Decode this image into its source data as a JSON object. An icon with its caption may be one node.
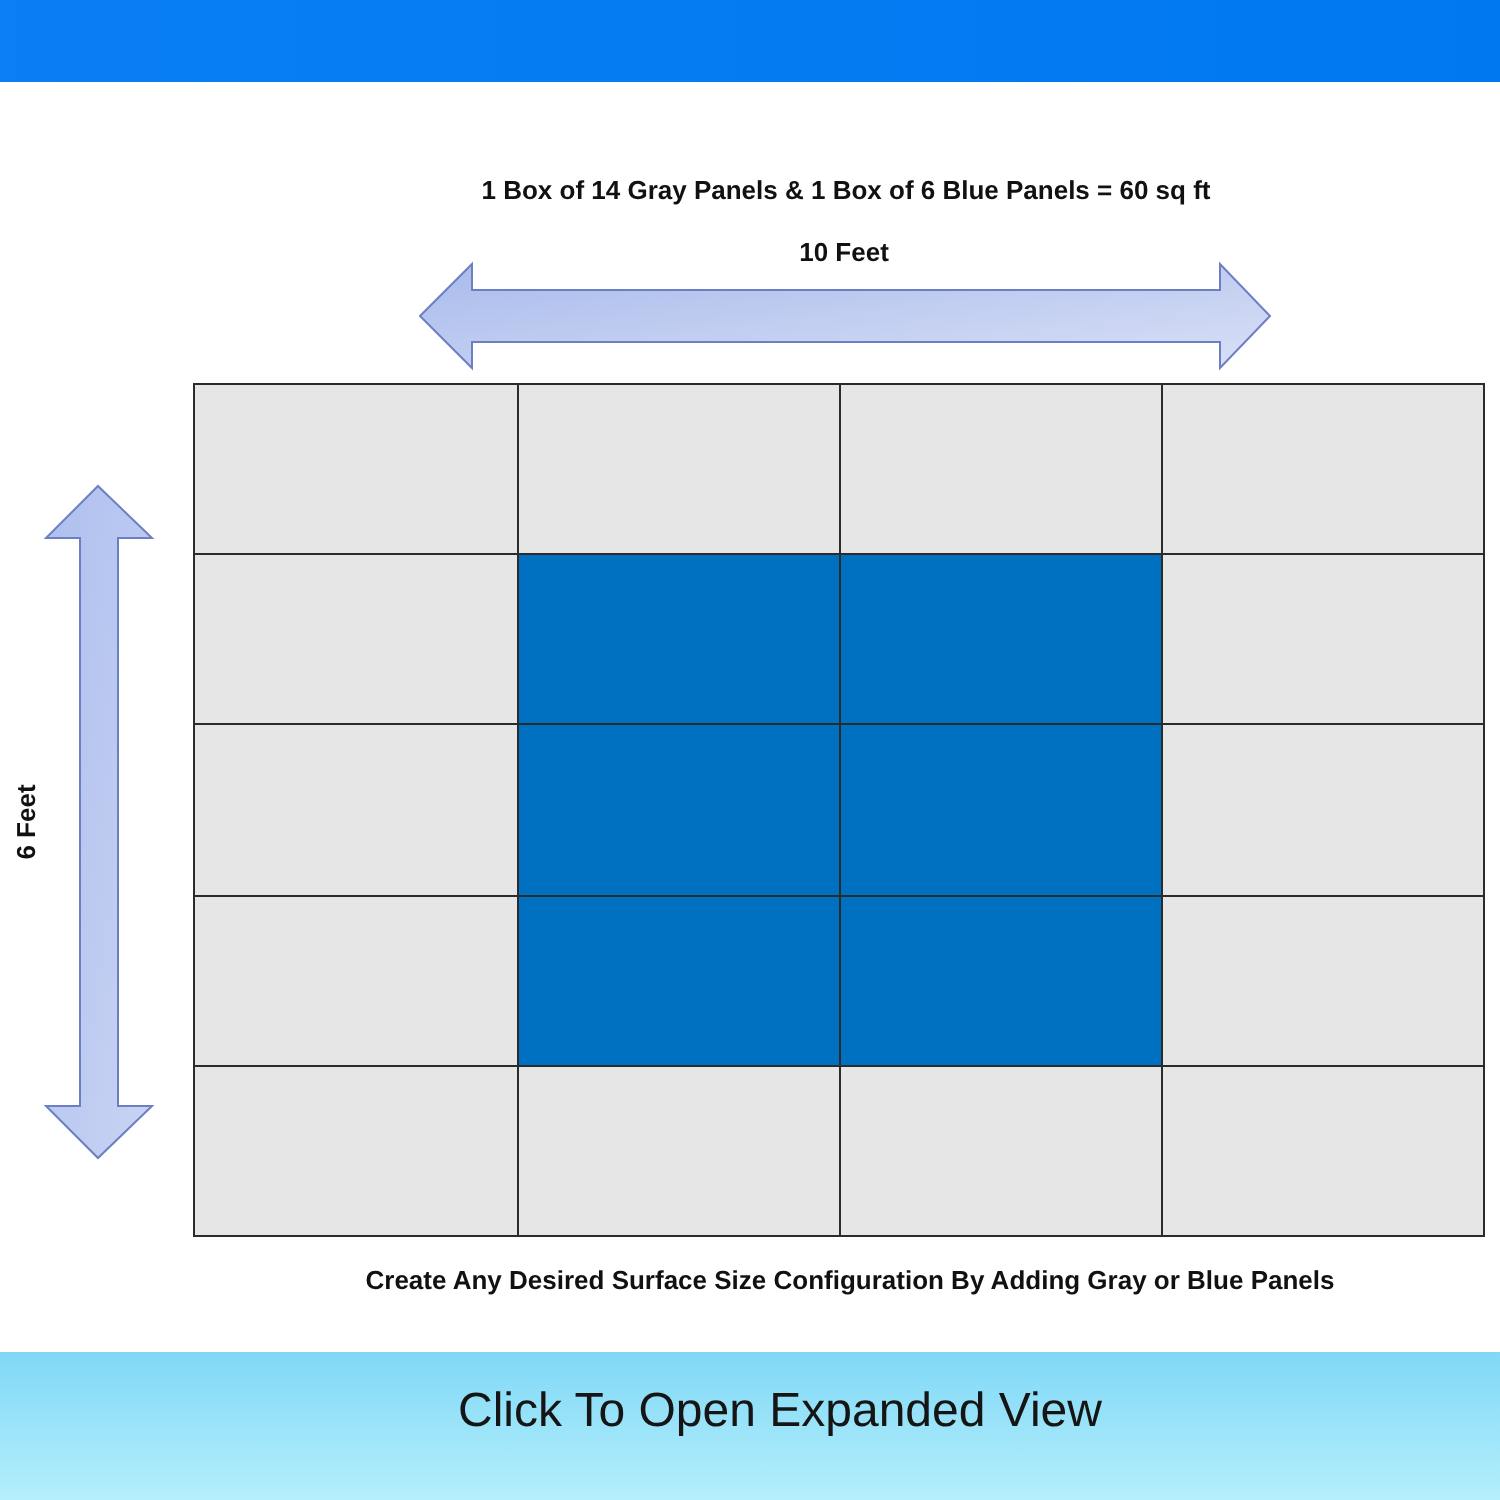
{
  "diagram": {
    "title": "1 Box of 14 Gray Panels & 1 Box of 6 Blue Panels = 60 sq ft",
    "caption": "Create Any Desired Surface Size Configuration By Adding Gray or Blue Panels",
    "nodes": [
      {
        "text": [],
        "shape": "box"
      },
      {
        "text": [],
        "shape": "box"
      },
      {
        "text": [],
        "shape": "box"
      },
      {
        "text": [],
        "shape": "box"
      },
      {
        "text": [],
        "shape": "box"
      },
      {
        "text": [],
        "shape": "box"
      },
      {
        "text": [],
        "shape": "box"
      },
      {
        "text": [],
        "shape": "box"
      },
      {
        "text": [],
        "shape": "box"
      },
      {
        "text": [],
        "shape": "box"
      },
      {
        "text": [],
        "shape": "box"
      },
      {
        "text": [],
        "shape": "box"
      },
      {
        "text": [],
        "shape": "box"
      },
      {
        "text": [],
        "shape": "box"
      },
      {
        "text": [],
        "shape": "box"
      },
      {
        "text": [],
        "shape": "box"
      },
      {
        "text": [],
        "shape": "box"
      },
      {
        "text": [],
        "shape": "box"
      },
      {
        "text": [],
        "shape": "box"
      },
      {
        "text": [],
        "shape": "box"
      }
    ],
    "labels": [
      "10 Feet",
      "6 Feet",
      "Click To Open Expanded View"
    ]
  }
}
